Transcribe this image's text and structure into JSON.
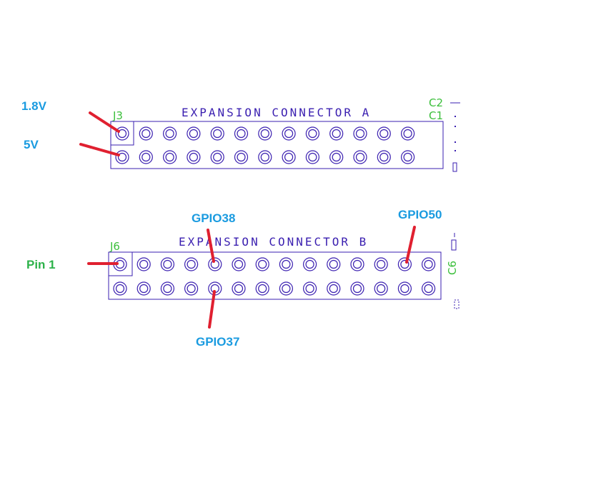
{
  "connector_a": {
    "title": "EXPANSION CONNECTOR A",
    "ref": "J3",
    "pins_per_row": 13
  },
  "connector_b": {
    "title": "EXPANSION CONNECTOR B",
    "ref": "J6",
    "pins_per_row": 14
  },
  "side_labels": {
    "c2": "C2",
    "c1": "C1",
    "c6": "C6"
  },
  "annotations": {
    "v18": "1.8V",
    "v5": "5V",
    "gpio38": "GPIO38",
    "gpio50": "GPIO50",
    "pin1": "Pin 1",
    "gpio37": "GPIO37"
  },
  "colors": {
    "silkscreen": "#3a1fb0",
    "refdes": "#3bbf3b",
    "annotation_blue": "#1a9be0",
    "annotation_green": "#2db24a",
    "arrow": "#e02030"
  }
}
